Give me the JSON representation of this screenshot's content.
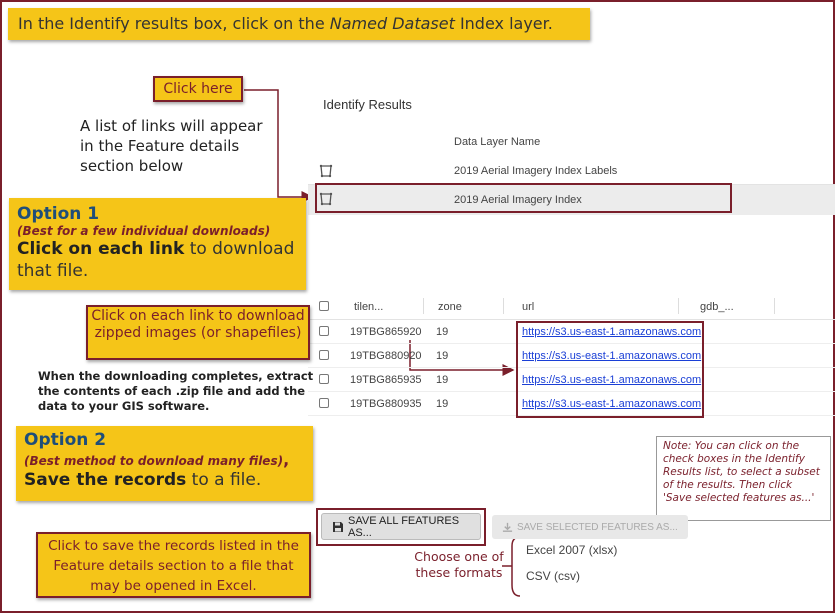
{
  "instruction": {
    "before": "In the Identify results box, click on the ",
    "emph": "Named Dataset",
    "after": " Index layer."
  },
  "click_here": "Click here",
  "list_note": "A list of links will appear in the Feature details section below",
  "option1": {
    "title": "Option 1",
    "subtitle": "(Best for a few individual downloads)",
    "bold": "Click on each link",
    "rest": " to download that file."
  },
  "link_callout": "Click on each link to download zipped images (or shapefiles)",
  "extract_note": "When the downloading completes, extract the contents of each .zip file and add the data to your GIS software.",
  "option2": {
    "title": "Option 2",
    "subtitle": "(Best method to download many files)",
    "subtitle_suffix": ",",
    "bold": "Save the records",
    "rest": " to a file."
  },
  "save_callout": "Click to save the records listed in the Feature details section to a file that may be opened in Excel.",
  "formats_callout": "Choose one of these formats",
  "side_note": "Note: You can click on the check boxes in the Identify Results list, to select a subset of the results. Then click 'Save selected features as...'",
  "identify": {
    "title": "Identify Results",
    "column_header": "Data Layer Name",
    "layers": [
      "2019 Aerial Imagery Index Labels",
      "2019 Aerial Imagery Index"
    ]
  },
  "features": {
    "columns": [
      "tilen...",
      "zone",
      "url",
      "gdb_..."
    ],
    "rows": [
      {
        "tile": "19TBG865920",
        "zone": "19",
        "url": "https://s3.us-east-1.amazonaws.com"
      },
      {
        "tile": "19TBG880920",
        "zone": "19",
        "url": "https://s3.us-east-1.amazonaws.com"
      },
      {
        "tile": "19TBG865935",
        "zone": "19",
        "url": "https://s3.us-east-1.amazonaws.com"
      },
      {
        "tile": "19TBG880935",
        "zone": "19",
        "url": "https://s3.us-east-1.amazonaws.com"
      }
    ]
  },
  "buttons": {
    "save_all": "SAVE ALL FEATURES AS...",
    "save_selected": "SAVE SELECTED FEATURES AS..."
  },
  "formats": [
    "Excel 2007 (xlsx)",
    "CSV (csv)"
  ],
  "colors": {
    "callout_fill": "#f5c518",
    "border_maroon": "#7a1f2b",
    "option_title": "#1f4e79",
    "link": "#1a3fd6"
  }
}
